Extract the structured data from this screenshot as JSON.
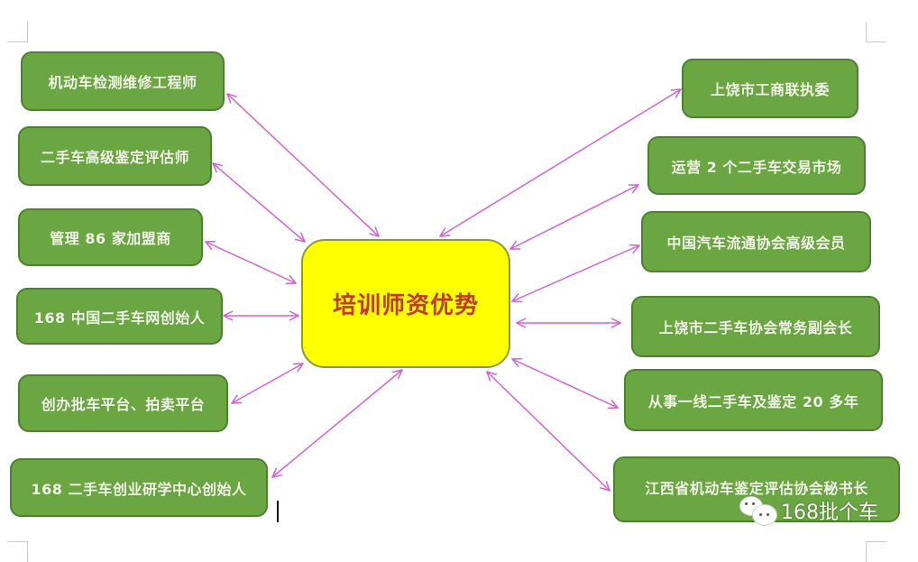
{
  "diagram": {
    "title": "培训师资优势",
    "center_node": {
      "label": "培训师资优势",
      "fill": "#ffff00",
      "text_color": "#c0392b"
    },
    "node_fill": "#6aa642",
    "arrow_color": "#d461d4",
    "left_nodes": [
      {
        "label": "机动车检测维修工程师"
      },
      {
        "label": "二手车高级鉴定评估师"
      },
      {
        "label": "管理 86 家加盟商"
      },
      {
        "label": "168 中国二手车网创始人"
      },
      {
        "label": "创办批车平台、拍卖平台"
      },
      {
        "label": "168 二手车创业研学中心创始人"
      }
    ],
    "right_nodes": [
      {
        "label": "上饶市工商联执委"
      },
      {
        "label": "运营 2 个二手车交易市场"
      },
      {
        "label": "中国汽车流通协会高级会员"
      },
      {
        "label": "上饶市二手车协会常务副会长"
      },
      {
        "label": "从事一线二手车及鉴定 20 多年"
      },
      {
        "label": "江西省机动车鉴定评估协会秘书长"
      }
    ]
  },
  "watermark": {
    "icon": "wechat-icon",
    "text": "168批个车"
  }
}
